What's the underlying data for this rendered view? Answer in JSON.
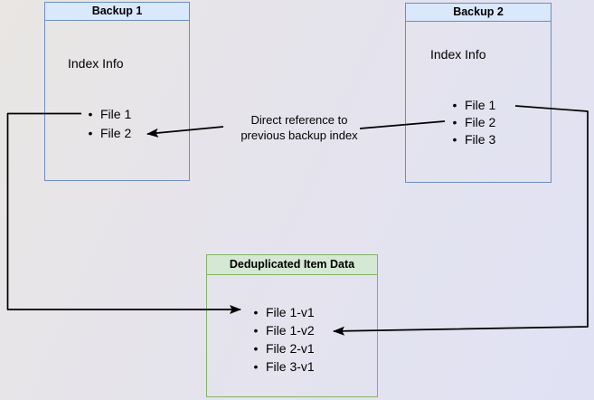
{
  "colors": {
    "background_start": "#e9e6e3",
    "background_mid": "#e4e3ee",
    "background_end": "#e0e2f4",
    "blue_header_fill": "#dae8fc",
    "blue_border": "#6c8ebf",
    "green_header_fill": "#d5e8d4",
    "green_border": "#82b366",
    "connector": "#000000",
    "text": "#000000"
  },
  "boxes": {
    "backup1": {
      "title": "Backup 1",
      "subtitle": "Index Info",
      "items": [
        "File 1",
        "File 2"
      ]
    },
    "backup2": {
      "title": "Backup 2",
      "subtitle": "Index Info",
      "items": [
        "File 1",
        "File 2",
        "File 3"
      ]
    },
    "dedup": {
      "title": "Deduplicated Item Data",
      "items": [
        "File 1-v1",
        "File 1-v2",
        "File 2-v1",
        "File 3-v1"
      ]
    }
  },
  "labels": {
    "direct_reference": {
      "line1": "Direct reference to",
      "line2": "previous backup index"
    }
  },
  "bullet_glyph": "•"
}
